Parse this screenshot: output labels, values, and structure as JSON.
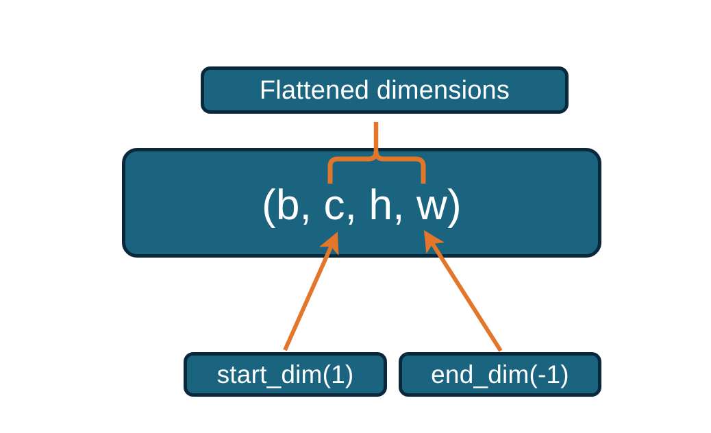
{
  "diagram": {
    "title_box": {
      "label": "Flattened dimensions"
    },
    "shape_box": {
      "label": "(b, c, h, w)"
    },
    "start_box": {
      "label": "start_dim(1)"
    },
    "end_box": {
      "label": "end_dim(-1)"
    },
    "connectors": {
      "brace": {
        "name": "flattened-range-brace",
        "spans": "c, h, w"
      },
      "arrow_start": {
        "name": "start-dim-arrow",
        "points_to": "c"
      },
      "arrow_end": {
        "name": "end-dim-arrow",
        "points_to": "w"
      }
    },
    "colors": {
      "box_fill": "#1b6480",
      "box_border": "#09283b",
      "connector": "#e2762b",
      "text": "#ffffff",
      "background": "#ffffff"
    }
  }
}
